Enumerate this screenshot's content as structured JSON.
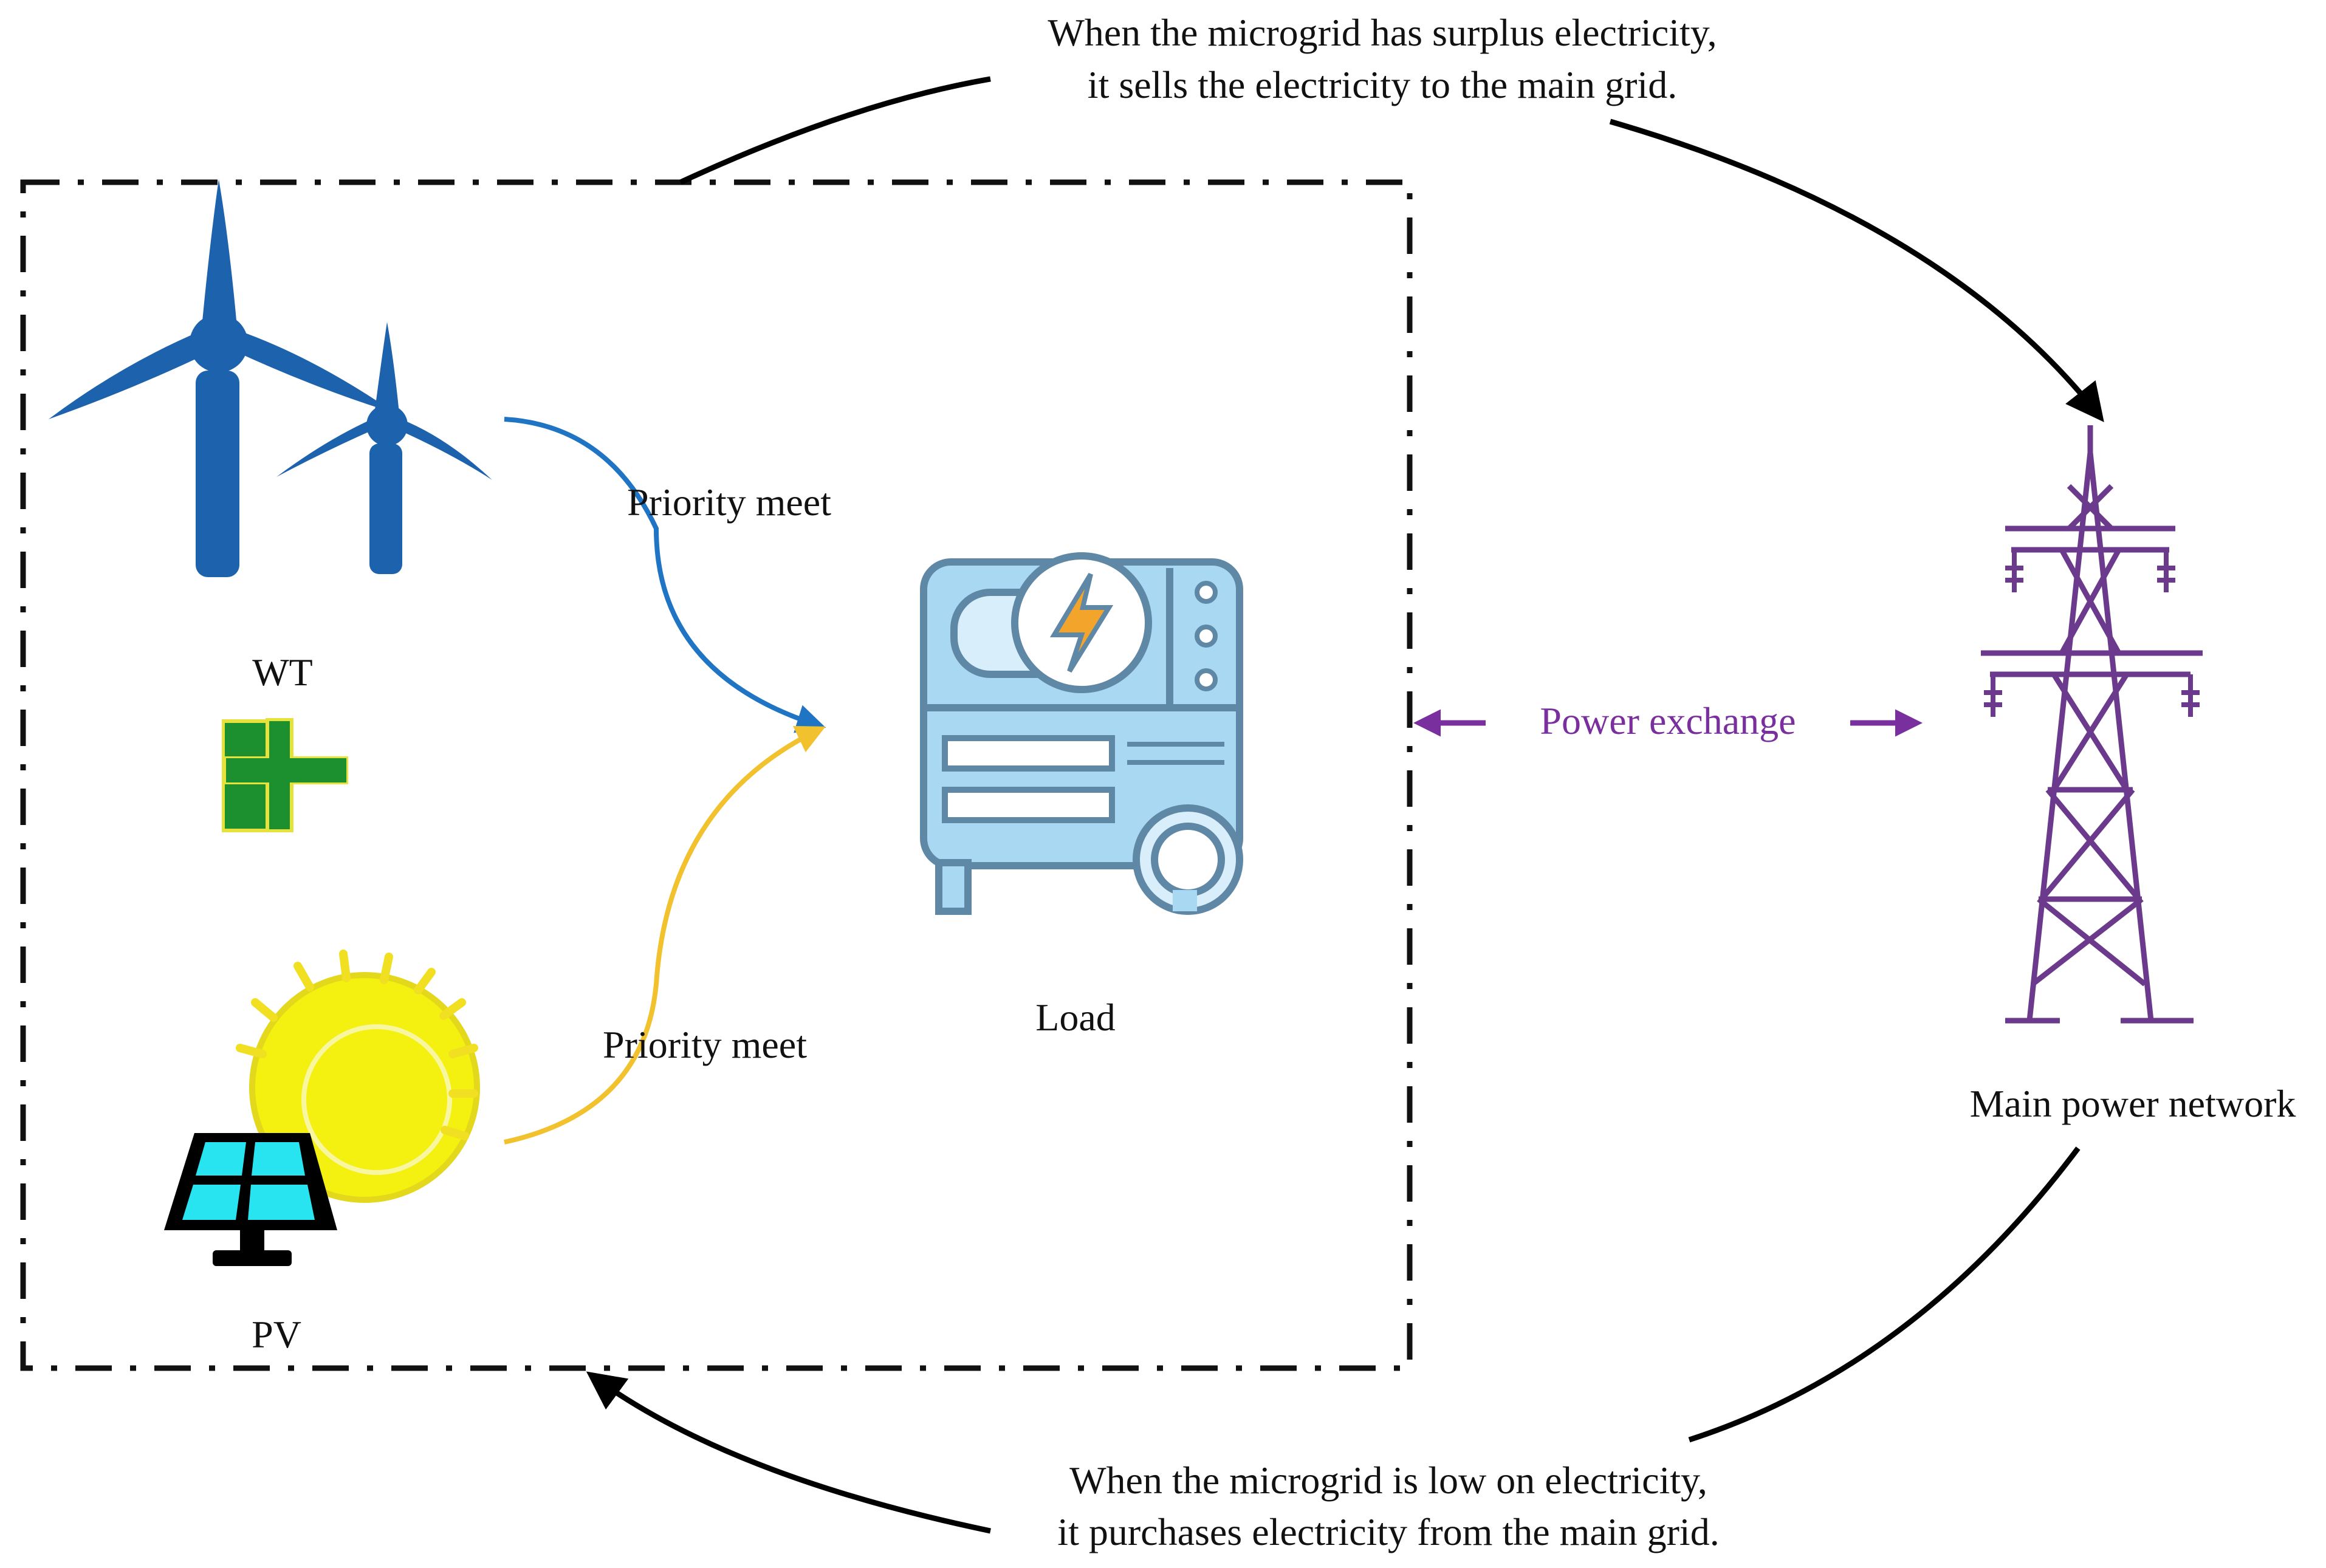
{
  "top_note": {
    "line1": "When the microgrid has surplus electricity,",
    "line2": "it sells the electricity to the main grid."
  },
  "bottom_note": {
    "line1": "When the microgrid is low on electricity,",
    "line2": "it purchases electricity from the main grid."
  },
  "labels": {
    "wt": "WT",
    "pv": "PV",
    "load": "Load",
    "priority_top": "Priority meet",
    "priority_bottom": "Priority meet",
    "power_exchange": "Power exchange",
    "main_network": "Main power network"
  },
  "colors": {
    "wind": "#1d62ad",
    "solar_arrow": "#f2c12e",
    "wind_arrow": "#1f74c4",
    "exchange": "#7a2f9e",
    "tower": "#6b3a8c",
    "load_fill": "#a9d8f2",
    "load_stroke": "#5f87a6",
    "plus": "#1c8f2f",
    "sun": "#f4f010",
    "panel": "#27e4f0"
  },
  "icons": [
    "wind-turbine-icon",
    "plus-icon",
    "sun-icon",
    "solar-panel-icon",
    "generator-load-icon",
    "transmission-tower-icon"
  ]
}
